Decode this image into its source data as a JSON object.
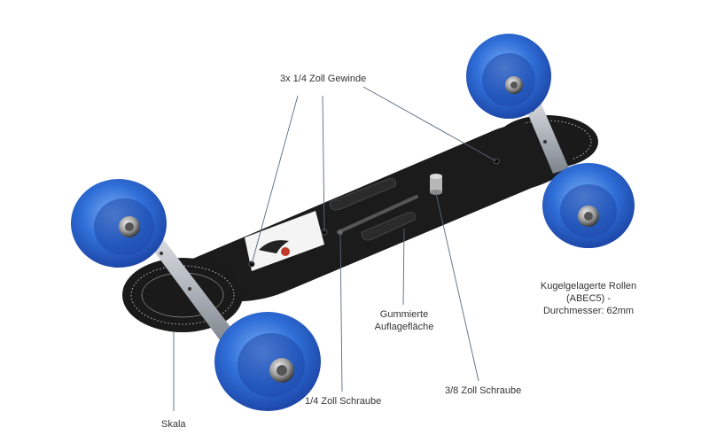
{
  "labels": {
    "threads": "3x 1/4 Zoll Gewinde",
    "bearings_line1": "Kugelgelagerte Rollen",
    "bearings_line2": "(ABEC5) -",
    "bearings_line3": "Durchmesser: 62mm",
    "rubber_line1": "Gummierte",
    "rubber_line2": "Auflagefläche",
    "quarter_screw": "1/4 Zoll Schraube",
    "three_eighths_screw": "3/8 Zoll Schraube",
    "scale": "Skala"
  },
  "colors": {
    "wheel_blue": "#2f6fd8",
    "wheel_dark": "#1d47a8",
    "plate": "#1b1b1b",
    "axle": "#c9cdd2",
    "leader_line": "#5a6a7a"
  },
  "icons": {
    "logo": "eagle-logo-sticker"
  }
}
